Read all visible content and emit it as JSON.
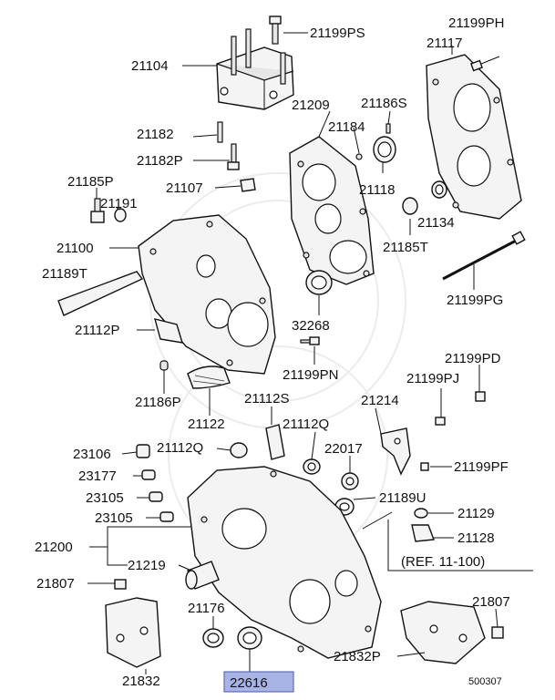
{
  "labels": {
    "l21199PS": "21199PS",
    "l21199PH": "21199PH",
    "l21117": "21117",
    "l21104": "21104",
    "l21209": "21209",
    "l21186S": "21186S",
    "l21184": "21184",
    "l21182": "21182",
    "l21182P": "21182P",
    "l21118": "21118",
    "l21185P": "21185P",
    "l21107": "21107",
    "l21191": "21191",
    "l21134": "21134",
    "l21185T": "21185T",
    "l21100": "21100",
    "l21189T": "21189T",
    "l21199PG": "21199PG",
    "l32268": "32268",
    "l21112P": "21112P",
    "l21199PN": "21199PN",
    "l21199PD": "21199PD",
    "l21199PJ": "21199PJ",
    "l21186P": "21186P",
    "l21112S": "21112S",
    "l21214": "21214",
    "l21122": "21122",
    "l21112Q_a": "21112Q",
    "l21112Q_b": "21112Q",
    "l23106": "23106",
    "l22017": "22017",
    "l21199PF": "21199PF",
    "l23177": "23177",
    "l23105_a": "23105",
    "l21189U": "21189U",
    "l23105_b": "23105",
    "l21129": "21129",
    "l21128": "21128",
    "l21200": "21200",
    "ref": "(REF. 11-100)",
    "l21219": "21219",
    "l21807_a": "21807",
    "l21807_b": "21807",
    "l21176": "21176",
    "l21832P": "21832P",
    "l21832": "21832",
    "l22616": "22616",
    "diagram_code": "500307"
  },
  "highlight": {
    "fill": "#a9b4e6",
    "stroke": "#4a57a8"
  }
}
